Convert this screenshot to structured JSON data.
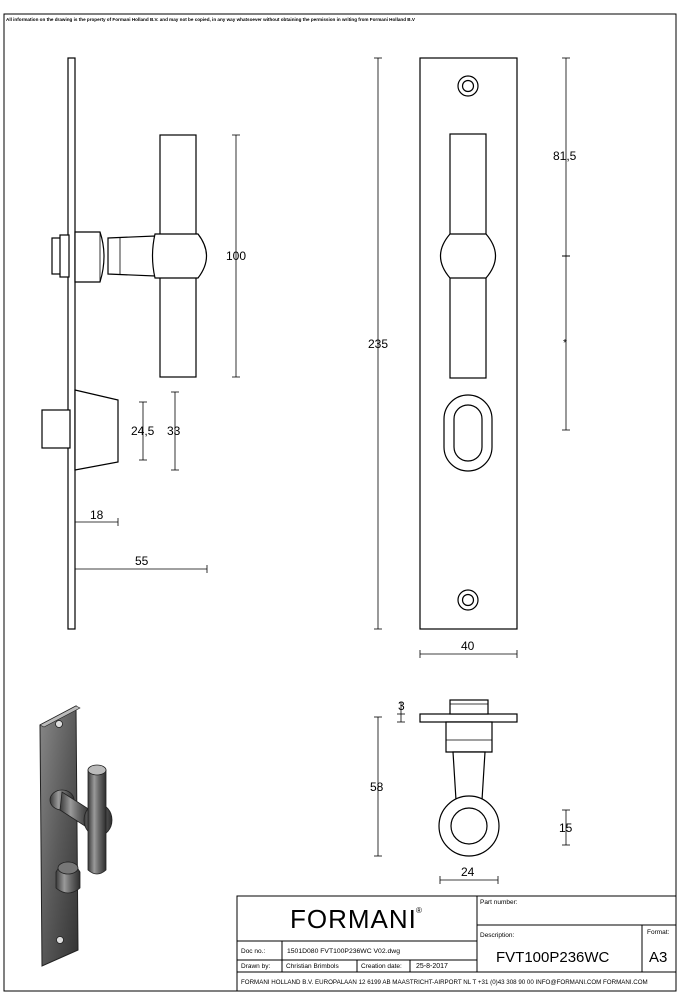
{
  "header": {
    "copyright_notice": "All information on the drawing is the property of Formani Holland B.V. and may not be copied, in any way whatsoever without obtaining the permission in writing from Formani Holland B.V"
  },
  "dimensions": {
    "handle_length": "100",
    "key_cover_inner": "24,5",
    "key_cover_outer": "33",
    "projection_18": "18",
    "projection_55": "55",
    "plate_height": "235",
    "spindle_offset": "81,5",
    "center_marker": "*",
    "plate_width": "40",
    "rose_thickness": "3",
    "ring_height": "58",
    "ring_diameter": "15",
    "ring_width": "24"
  },
  "title_block": {
    "brand": "FORMANI",
    "registered": "®",
    "doc_no_label": "Doc no.:",
    "doc_no_value": "1501D080 FVT100P236WC V02.dwg",
    "drawn_by_label": "Drawn by:",
    "drawn_by_value": "Christian Brimbols",
    "creation_date_label": "Creation date:",
    "creation_date_value": "25-8-2017",
    "part_number_label": "Part number:",
    "part_number_value": "",
    "description_label": "Description:",
    "description_value": "FVT100P236WC",
    "format_label": "Format:",
    "format_value": "A3",
    "footer": "FORMANI HOLLAND B.V.  EUROPALAAN 12  6199 AB MAASTRICHT-AIRPORT NL  T +31 (0)43 308 90 00 INFO@FORMANI.COM FORMANI.COM"
  }
}
